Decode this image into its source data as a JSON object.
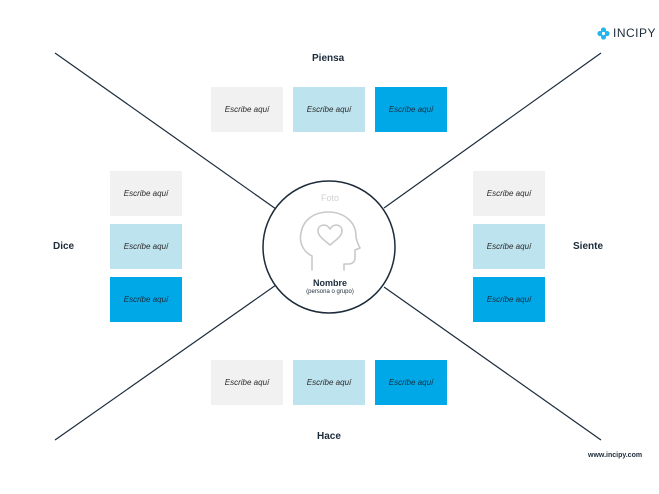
{
  "brand": {
    "name": "INCIPY",
    "accent_color": "#00a8e8",
    "logo_icon": "flower-logo-icon"
  },
  "website": "www.incipy.com",
  "sections": {
    "piensa": "Piensa",
    "dice": "Dice",
    "siente": "Siente",
    "hace": "Hace"
  },
  "center": {
    "photo_label": "Foto",
    "name": "Nombre",
    "subtitle": "(persona o grupo)",
    "icon": "head-heart-icon"
  },
  "notes": {
    "piensa": [
      "Escribe aquí",
      "Escribe aquí",
      "Escribe aquí"
    ],
    "dice": [
      "Escribe aquí",
      "Escribe aquí",
      "Escribe aquí"
    ],
    "siente": [
      "Escribe aquí",
      "Escribe aquí",
      "Escribe aquí"
    ],
    "hace": [
      "Escribe aquí",
      "Escribe aquí",
      "Escribe aquí"
    ]
  },
  "colors": {
    "light": "#f1f1f1",
    "mid": "#bde3ee",
    "dark": "#00a8e8",
    "line": "#1c2b3a"
  }
}
